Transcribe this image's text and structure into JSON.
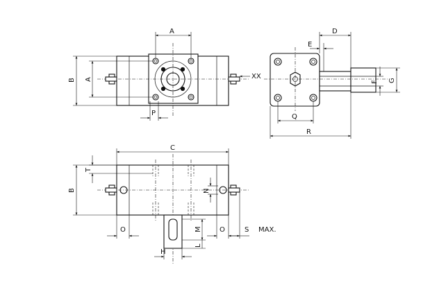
{
  "labels": {
    "A": "A",
    "B": "B",
    "C": "C",
    "D": "D",
    "E": "E",
    "F": "F",
    "G": "G",
    "H": "H",
    "L": "L",
    "M": "M",
    "N": "N",
    "O": "O",
    "P": "P",
    "Q": "Q",
    "R": "R",
    "S": "S",
    "T": "T",
    "XX": "XX",
    "MAX": "MAX."
  }
}
